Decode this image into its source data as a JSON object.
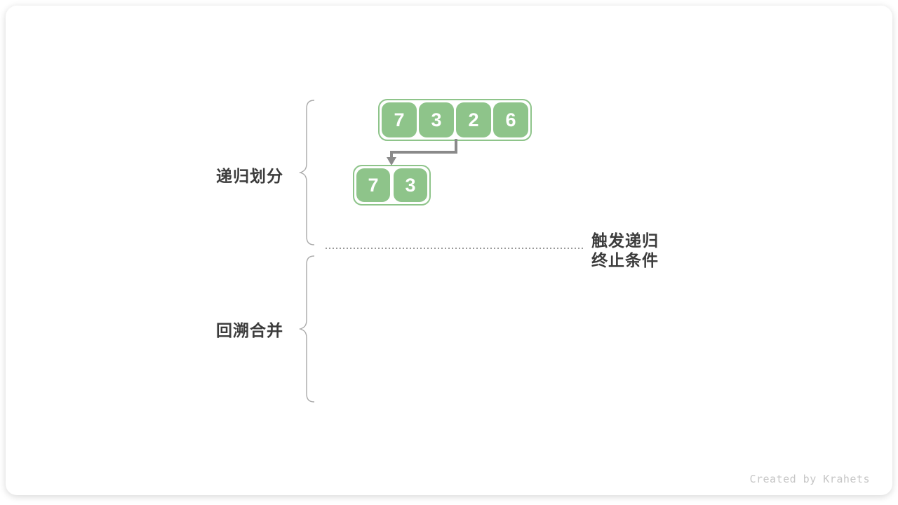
{
  "diagram": {
    "title": "merge-sort recursive divide figure",
    "arrays": {
      "level1": [
        "7",
        "3",
        "2",
        "6"
      ],
      "level2": [
        "7",
        "3"
      ]
    },
    "phase_labels": {
      "divide": "递归划分",
      "merge": "回溯合并"
    },
    "annotation": {
      "line1": "触发递归",
      "line2": "终止条件"
    },
    "credit": "Created by Krahets",
    "colors": {
      "cell_green": "#8ec48a",
      "arrow_gray": "#8a8a8a",
      "brace_gray": "#a9a9a9",
      "dotted_gray": "#9a9a9a",
      "text_dark": "#3c3c3c",
      "credit_gray": "#c6c6c6"
    }
  }
}
